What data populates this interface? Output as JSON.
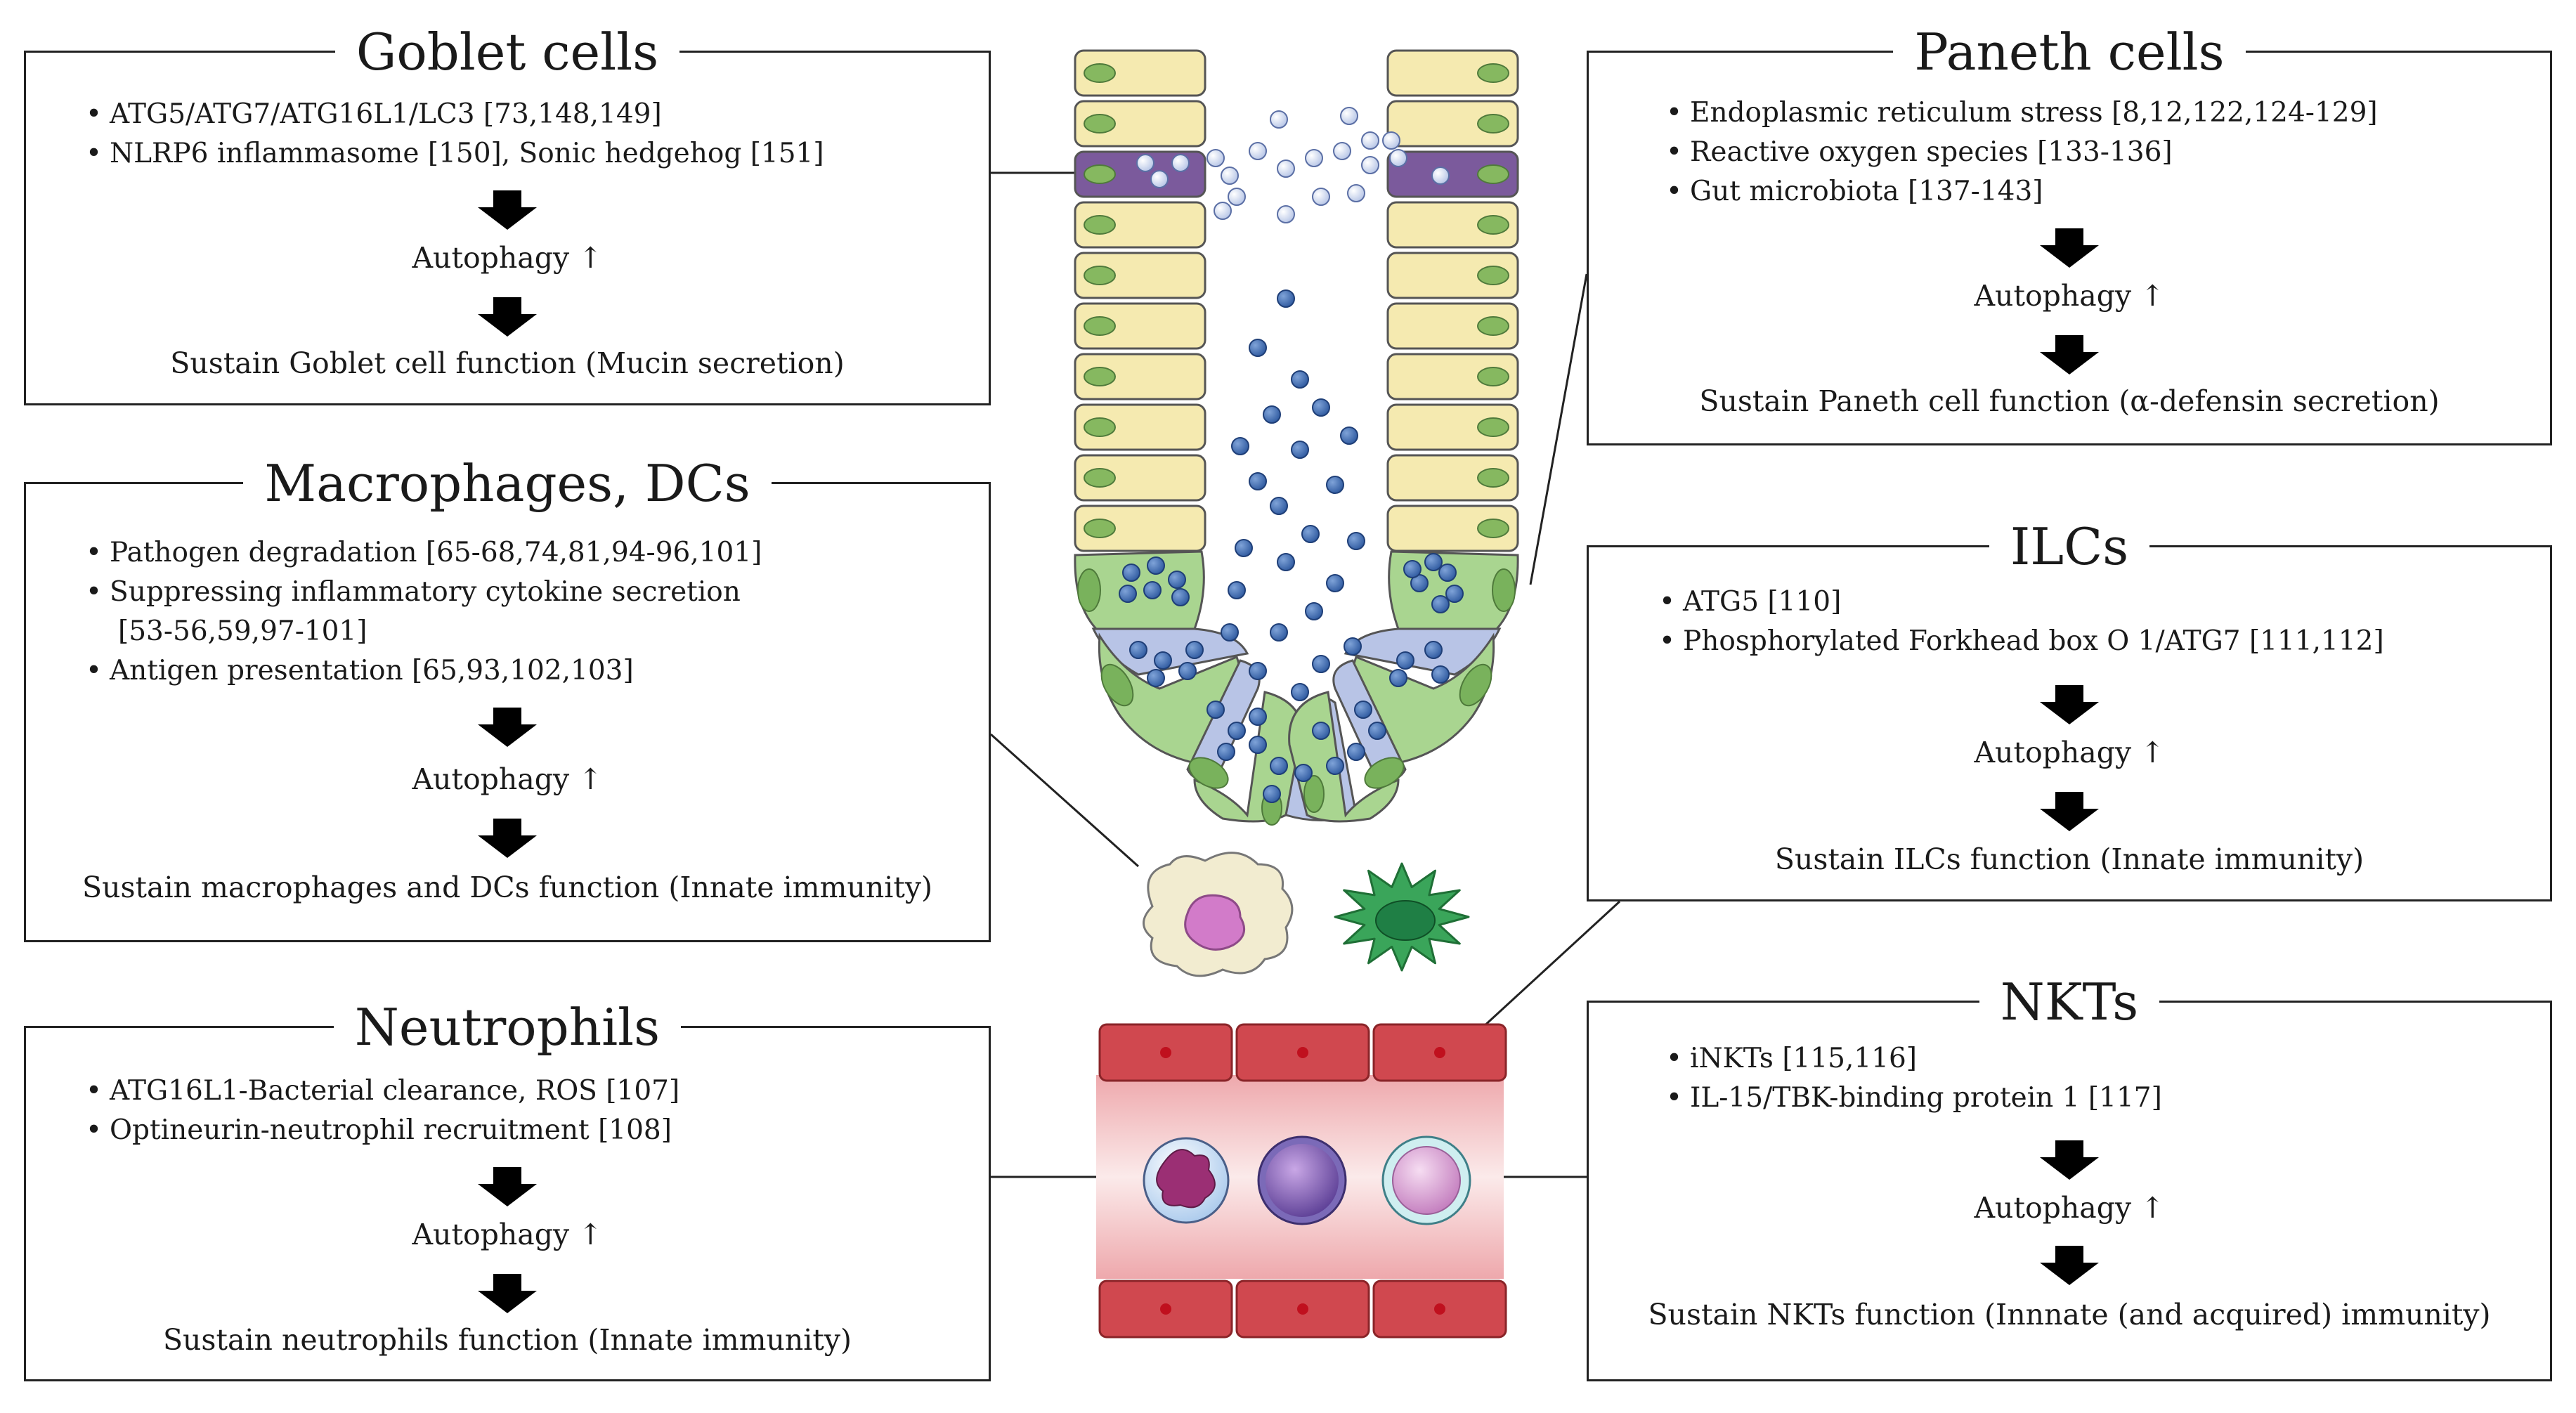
{
  "panels": {
    "goblet": {
      "title": "Goblet cells",
      "bullets": [
        "ATG5/ATG7/ATG16L1/LC3 [73,148,149]",
        "NLRP6 inflammasome [150], Sonic hedgehog [151]"
      ],
      "autophagy": "Autophagy ↑",
      "result": "Sustain Goblet cell function (Mucin secretion)"
    },
    "macrophages": {
      "title": "Macrophages, DCs",
      "bullets": [
        "Pathogen degradation [65-68,74,81,94-96,101]",
        "Suppressing inflammatory cytokine secretion",
        "Antigen presentation [65,93,102,103]"
      ],
      "bullet_continuation": "[53-56,59,97-101]",
      "autophagy": "Autophagy ↑",
      "result": "Sustain macrophages and DCs function (Innate immunity)"
    },
    "neutrophils": {
      "title": "Neutrophils",
      "bullets": [
        "ATG16L1-Bacterial clearance, ROS [107]",
        "Optineurin-neutrophil recruitment [108]"
      ],
      "autophagy": "Autophagy ↑",
      "result": "Sustain neutrophils function (Innate immunity)"
    },
    "paneth": {
      "title": "Paneth cells",
      "bullets": [
        "Endoplasmic reticulum stress [8,12,122,124-129]",
        "Reactive oxygen species [133-136]",
        "Gut microbiota [137-143]"
      ],
      "autophagy": "Autophagy ↑",
      "result": "Sustain Paneth cell function (α-defensin secretion)"
    },
    "ilcs": {
      "title": "ILCs",
      "bullets": [
        "ATG5 [110]",
        "Phosphorylated Forkhead box O 1/ATG7 [111,112]"
      ],
      "autophagy": "Autophagy ↑",
      "result": "Sustain ILCs function (Innate immunity)"
    },
    "nkts": {
      "title": "NKTs",
      "bullets": [
        "iNKTs [115,116]",
        "IL-15/TBK-binding protein 1 [117]"
      ],
      "autophagy": "Autophagy ↑",
      "result": "Sustain NKTs function (Innnate (and acquired) immunity)"
    }
  },
  "colors": {
    "enterocyte": "#f5eab0",
    "goblet": "#7b5a9c",
    "paneth": "#a9d590",
    "stem": "#b8c4e6",
    "granule": "#3f6cb0",
    "vessel": "#d0484f",
    "macrophage": "#f2ecd0",
    "dendritic": "#3aa55a"
  }
}
